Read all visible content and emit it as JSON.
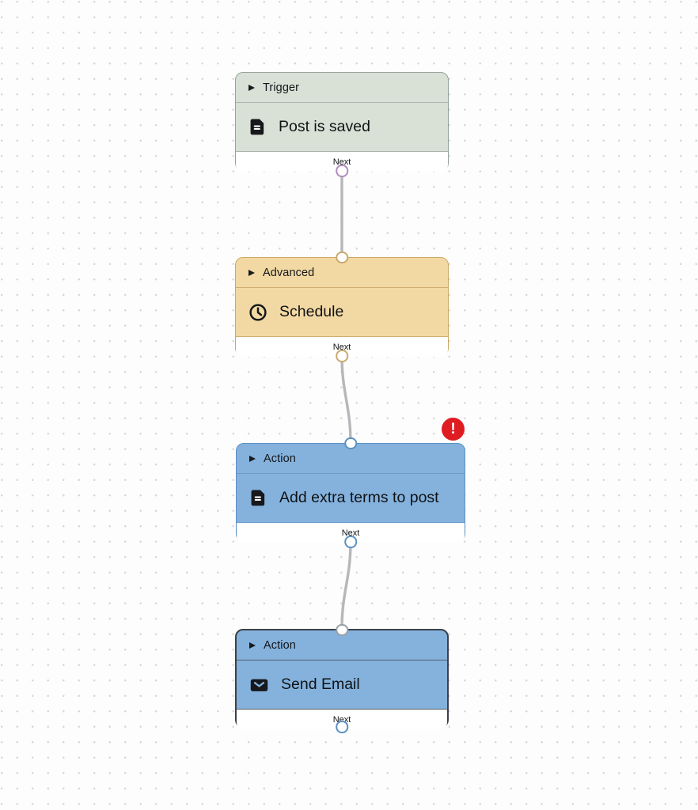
{
  "canvas": {
    "background_color": "#fdfdfd",
    "dot_color": "#d8d8d8",
    "edge_color": "#b5b7ba"
  },
  "nodes": [
    {
      "category": "Trigger",
      "title": "Post is saved",
      "icon": "document-icon",
      "next_label": "Next",
      "colors": {
        "bg": "#d9e0d6",
        "border": "#96a29b",
        "divider": "#a9b4ab",
        "port_out": "#b189bd"
      }
    },
    {
      "category": "Advanced",
      "title": "Schedule",
      "icon": "clock-icon",
      "next_label": "Next",
      "colors": {
        "bg": "#f2d9a3",
        "border": "#cba965",
        "divider": "#cfae6e",
        "port_in": "#c8a96e",
        "port_out": "#c8a96e"
      }
    },
    {
      "category": "Action",
      "title": "Add extra terms to post",
      "icon": "document-icon",
      "next_label": "Next",
      "error": true,
      "colors": {
        "bg": "#84b2dd",
        "border": "#5b90c3",
        "divider": "#6b9bc9",
        "port_in": "#5b90c3",
        "port_out": "#5b90c3"
      }
    },
    {
      "category": "Action",
      "title": "Send Email",
      "icon": "mail-icon",
      "next_label": "Next",
      "selected": true,
      "colors": {
        "bg": "#84b2dd",
        "border": "#3d4148",
        "divider": "#555c64",
        "port_in": "#9aa0a6",
        "port_out": "#5b90c3"
      }
    }
  ],
  "edges": [
    {
      "from": "Post is saved",
      "to": "Schedule"
    },
    {
      "from": "Schedule",
      "to": "Add extra terms to post"
    },
    {
      "from": "Add extra terms to post",
      "to": "Send Email"
    }
  ],
  "error_badge": {
    "symbol": "!",
    "color": "#de1c22"
  }
}
